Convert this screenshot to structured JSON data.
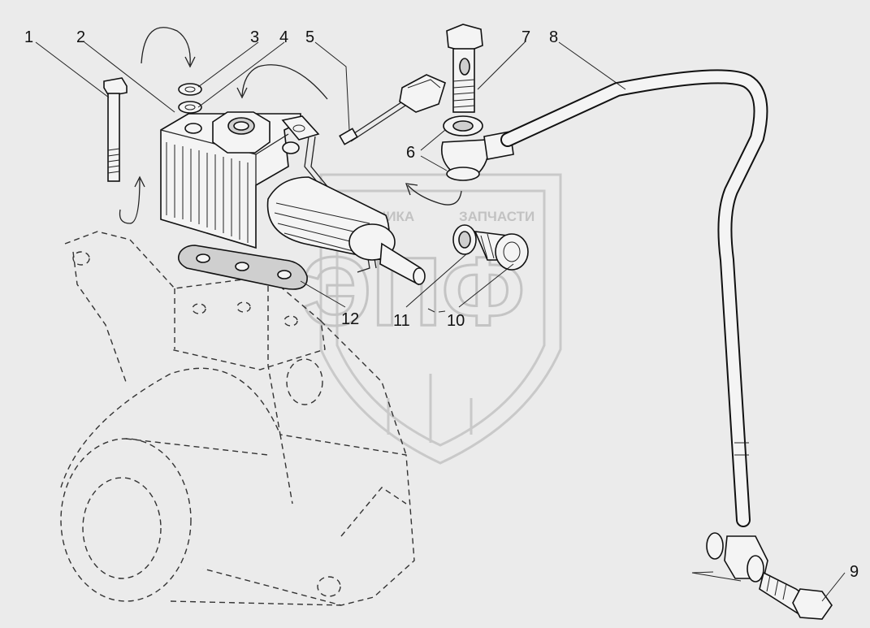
{
  "diagram": {
    "callouts": [
      {
        "id": "1",
        "text": "1"
      },
      {
        "id": "2",
        "text": "2"
      },
      {
        "id": "3",
        "text": "3"
      },
      {
        "id": "4",
        "text": "4"
      },
      {
        "id": "5",
        "text": "5"
      },
      {
        "id": "6",
        "text": "6"
      },
      {
        "id": "7",
        "text": "7"
      },
      {
        "id": "8",
        "text": "8"
      },
      {
        "id": "9",
        "text": "9"
      },
      {
        "id": "10",
        "text": "10"
      },
      {
        "id": "11",
        "text": "11"
      },
      {
        "id": "12",
        "text": "12"
      }
    ]
  },
  "watermark": {
    "brand_left": "ТЕХНИКА",
    "brand_right": "ЗАПЧАСТИ",
    "logo_letters": "ЭПФ"
  },
  "colors": {
    "background": "#ebebeb",
    "line": "#111111",
    "watermark": "#c2c2c2"
  }
}
